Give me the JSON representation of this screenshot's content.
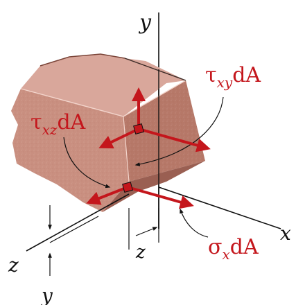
{
  "colors": {
    "face_front": "#c98f80",
    "face_side": "#b67868",
    "face_top": "#d9a79b",
    "edge": "#f3d5cc",
    "arrow_red": "#c4161c",
    "axis": "#111111"
  },
  "axes": {
    "y_label": "y",
    "x_label": "x",
    "z_label": "z",
    "dim_y_label": "y",
    "dim_z_label": "z"
  },
  "forces": {
    "tau_xz": {
      "symbol": "τ",
      "subscript": "xz",
      "suffix": "dA"
    },
    "tau_xy": {
      "symbol": "τ",
      "subscript": "xy",
      "suffix": "dA"
    },
    "sigma_x": {
      "symbol": "σ",
      "subscript": "x",
      "suffix": "dA"
    }
  }
}
